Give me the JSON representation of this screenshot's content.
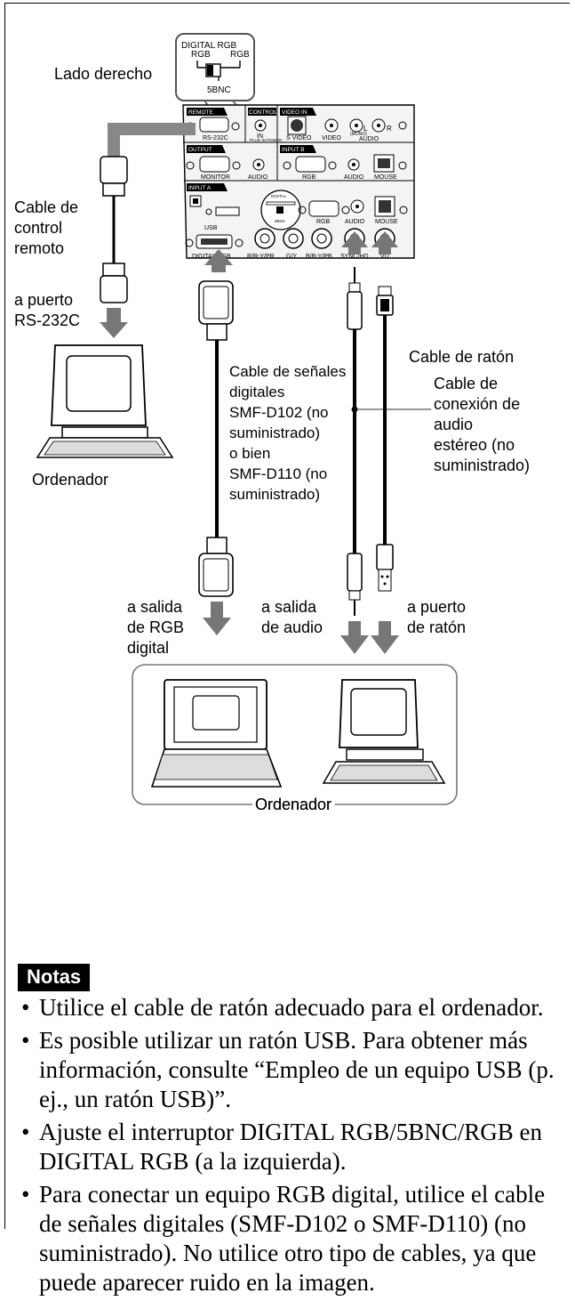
{
  "diagram": {
    "switch_labels": {
      "digital_rgb": "DIGITAL RGB",
      "rgb": "RGB",
      "five_bnc": "5BNC"
    },
    "side_label": "Lado derecho",
    "panel": {
      "remote": "REMOTE",
      "control_s": "CONTROL S",
      "video_in": "VIDEO IN",
      "rs232c": "RS-232C",
      "in": "IN",
      "plug_in_power": "PLUG IN POWER",
      "s_video": "S VIDEO",
      "video": "VIDEO",
      "l": "L",
      "r": "R",
      "mono": "(MONO)",
      "audio": "AUDIO",
      "output": "OUTPUT",
      "monitor": "MONITOR",
      "input_b": "INPUT B",
      "rgb": "RGB",
      "mouse": "MOUSE",
      "input_a": "INPUT A",
      "usb": "USB",
      "digital_rgb": "DIGITAL RGB",
      "r_ry_pr": "R/R-Y/PR",
      "g_y": "G/Y",
      "b_by_pb": "B/B-Y/PB",
      "sync_hd": "SYNC/HD",
      "vd": "VD"
    },
    "remote_cable_label": [
      "Cable de",
      "control",
      "remoto"
    ],
    "rs232_port_label": [
      "a puerto",
      "RS-232C"
    ],
    "computer_left_label": "Ordenador",
    "digital_cable_label": [
      "Cable de señales",
      "digitales",
      "SMF-D102 (no",
      "suministrado)",
      "o bien",
      "SMF-D110 (no",
      "suministrado)"
    ],
    "mouse_cable_label": "Cable de ratón",
    "audio_cable_label": [
      "Cable de",
      "conexión de",
      "audio",
      "estéreo (no",
      "suministrado)"
    ],
    "to_digital_rgb_label": [
      "a salida",
      "de RGB",
      "digital"
    ],
    "to_audio_label": [
      "a salida",
      "de audio"
    ],
    "to_mouse_label": [
      "a puerto",
      "de ratón"
    ],
    "computer_bottom_label": "Ordenador"
  },
  "notes": {
    "title": "Notas",
    "items": [
      "Utilice el cable de ratón adecuado para el ordenador.",
      "Es posible utilizar un ratón USB. Para obtener más información, consulte “Empleo de un equipo USB (p. ej., un ratón USB)”.",
      "Ajuste el interruptor DIGITAL RGB/5BNC/RGB en DIGITAL RGB (a la izquierda).",
      "Para conectar un equipo RGB digital, utilice el cable de señales digitales (SMF-D102 o SMF-D110) (no suministrado). No utilice otro tipo de cables, ya que puede aparecer ruido en la imagen."
    ]
  }
}
